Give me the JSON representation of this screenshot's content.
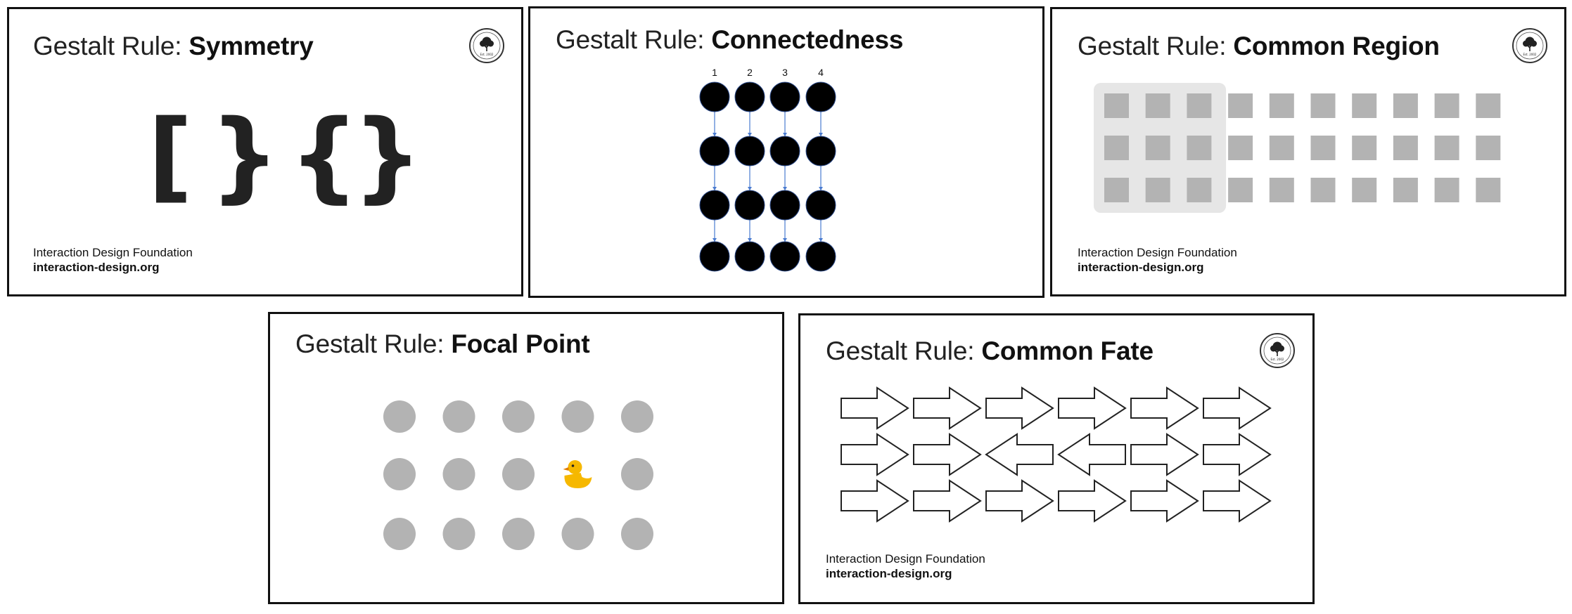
{
  "colors": {
    "border": "#111111",
    "text": "#222222",
    "gray": "#b3b3b3",
    "region": "#e6e6e6",
    "node": "#000000",
    "link": "#4a7bd0",
    "duck": "#f6b800"
  },
  "cards": {
    "symmetry": {
      "prefix": "Gestalt Rule: ",
      "rule": "Symmetry",
      "glyphs": [
        "[",
        "}",
        "{",
        "}"
      ],
      "footer_org": "Interaction Design Foundation",
      "footer_url": "interaction-design.org",
      "seal_icon": "tree-seal-icon",
      "seal_text": "Est. 2002"
    },
    "connectedness": {
      "prefix": "Gestalt Rule: ",
      "rule": "Connectedness",
      "column_labels": [
        "1",
        "2",
        "3",
        "4"
      ],
      "rows": 4
    },
    "common_region": {
      "prefix": "Gestalt Rule: ",
      "rule": "Common Region",
      "grid_columns": 10,
      "grid_rows": 3,
      "region_columns": 3,
      "footer_org": "Interaction Design Foundation",
      "footer_url": "interaction-design.org",
      "seal_icon": "tree-seal-icon",
      "seal_text": "Est. 2002"
    },
    "focal_point": {
      "prefix": "Gestalt Rule: ",
      "rule": "Focal Point",
      "grid_columns": 5,
      "grid_rows": 3,
      "focal_item": "duck-icon",
      "focal_row": 2,
      "focal_column": 4
    },
    "common_fate": {
      "prefix": "Gestalt Rule: ",
      "rule": "Common Fate",
      "arrow_rows": [
        [
          "right",
          "right",
          "right",
          "right",
          "right",
          "right"
        ],
        [
          "right",
          "right",
          "left",
          "left",
          "right",
          "right"
        ],
        [
          "right",
          "right",
          "right",
          "right",
          "right",
          "right"
        ]
      ],
      "footer_org": "Interaction Design Foundation",
      "footer_url": "interaction-design.org",
      "seal_icon": "tree-seal-icon",
      "seal_text": "Est. 2002"
    }
  }
}
